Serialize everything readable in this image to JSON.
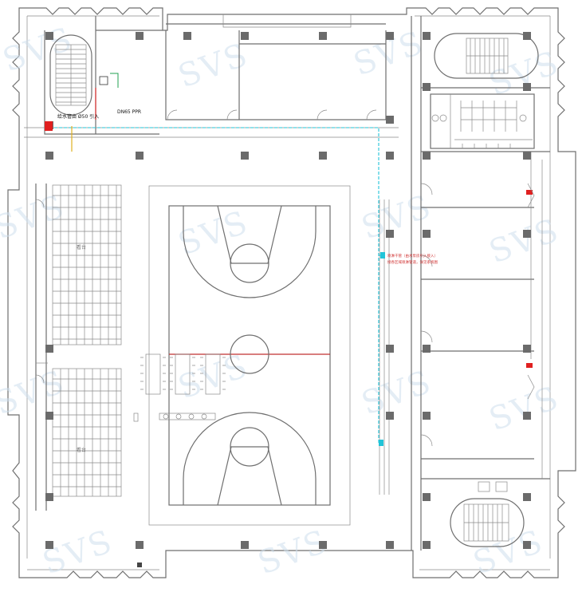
{
  "drawing": {
    "watermark_text": "SVS",
    "labels": {
      "equipment_note": "给水管由 Ø50 引入",
      "equipment_tag": "DN65 PPR",
      "pipe_note_line1": "喷淋干管（由水泵房引入接入）",
      "pipe_note_line2": "接各区域喷淋管道，详见系统图",
      "seating_upper": "看台",
      "seating_lower": "看台"
    },
    "colors": {
      "wall": "#6f6f6f",
      "column": "#6b6b6b",
      "water_pipe": "#22c4d8",
      "fire_equipment": "#e02020",
      "gas_line": "#e0b020",
      "court_midline": "#c03030",
      "watermark": "#cfe0ee"
    }
  }
}
